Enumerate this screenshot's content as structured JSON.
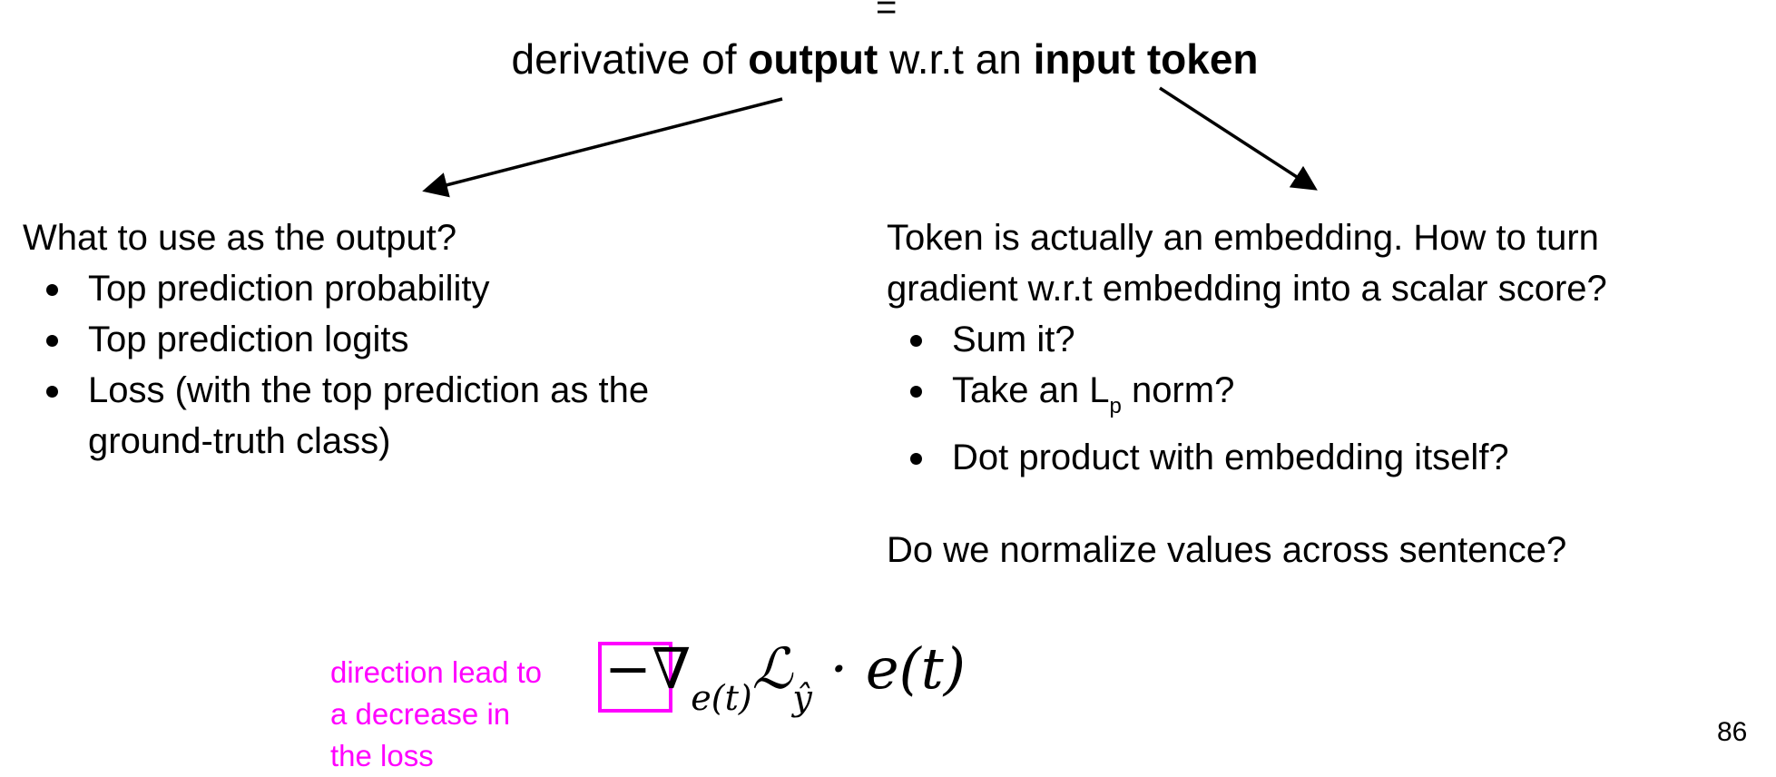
{
  "header": {
    "equals": "=",
    "title_parts": [
      "derivative of ",
      "output",
      " w.r.t an ",
      "input token"
    ]
  },
  "left": {
    "question": "What to use as the output?",
    "bullets": [
      "Top prediction probability",
      "Top prediction logits",
      "Loss (with the top prediction as the",
      "ground-truth class)"
    ]
  },
  "right": {
    "question_line1": "Token is actually an embedding. How to turn",
    "question_line2": "gradient w.r.t embedding into a scalar score?",
    "bullets": [
      "Sum it?",
      "Take an L",
      "p",
      " norm?",
      "Dot product with embedding itself?"
    ],
    "normalize": "Do we normalize values across sentence?"
  },
  "annotation": {
    "lines": [
      "direction lead to",
      "a decrease in",
      "the loss"
    ],
    "color": "#ff00ff"
  },
  "formula": {
    "minus": "−",
    "nabla": "∇",
    "nabla_sub": "e(t)",
    "loss": "ℒ",
    "loss_sub": "ŷ",
    "rest": "· e(t)"
  },
  "highlight_color": "#fff2cc",
  "page_number": "86"
}
